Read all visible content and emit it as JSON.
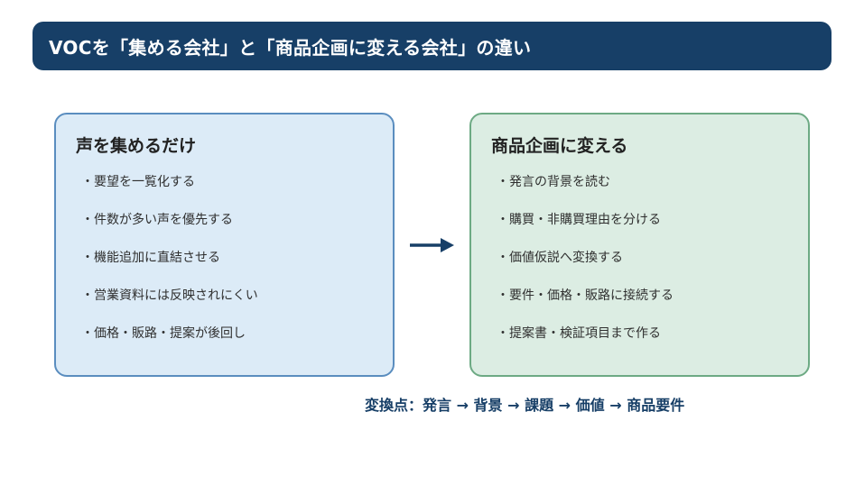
{
  "header": {
    "title": "VOCを「集める会社」と「商品企画に変える会社」の違い"
  },
  "left_panel": {
    "heading": "声を集めるだけ",
    "items": [
      "・要望を一覧化する",
      "・件数が多い声を優先する",
      "・機能追加に直結させる",
      "・営業資料には反映されにくい",
      "・価格・販路・提案が後回し"
    ]
  },
  "right_panel": {
    "heading": "商品企画に変える",
    "items": [
      "・発言の背景を読む",
      "・購買・非購買理由を分ける",
      "・価値仮説へ変換する",
      "・要件・価格・販路に接続する",
      "・提案書・検証項目まで作る"
    ]
  },
  "arrow_icon": "right-arrow-icon",
  "caption": "変換点：発言 → 背景 → 課題 → 価値 → 商品要件",
  "colors": {
    "title_bg": "#173f67",
    "left_bg": "#dcebf7",
    "left_border": "#5a8dbf",
    "right_bg": "#dcede3",
    "right_border": "#6daa84",
    "accent": "#173f67"
  }
}
